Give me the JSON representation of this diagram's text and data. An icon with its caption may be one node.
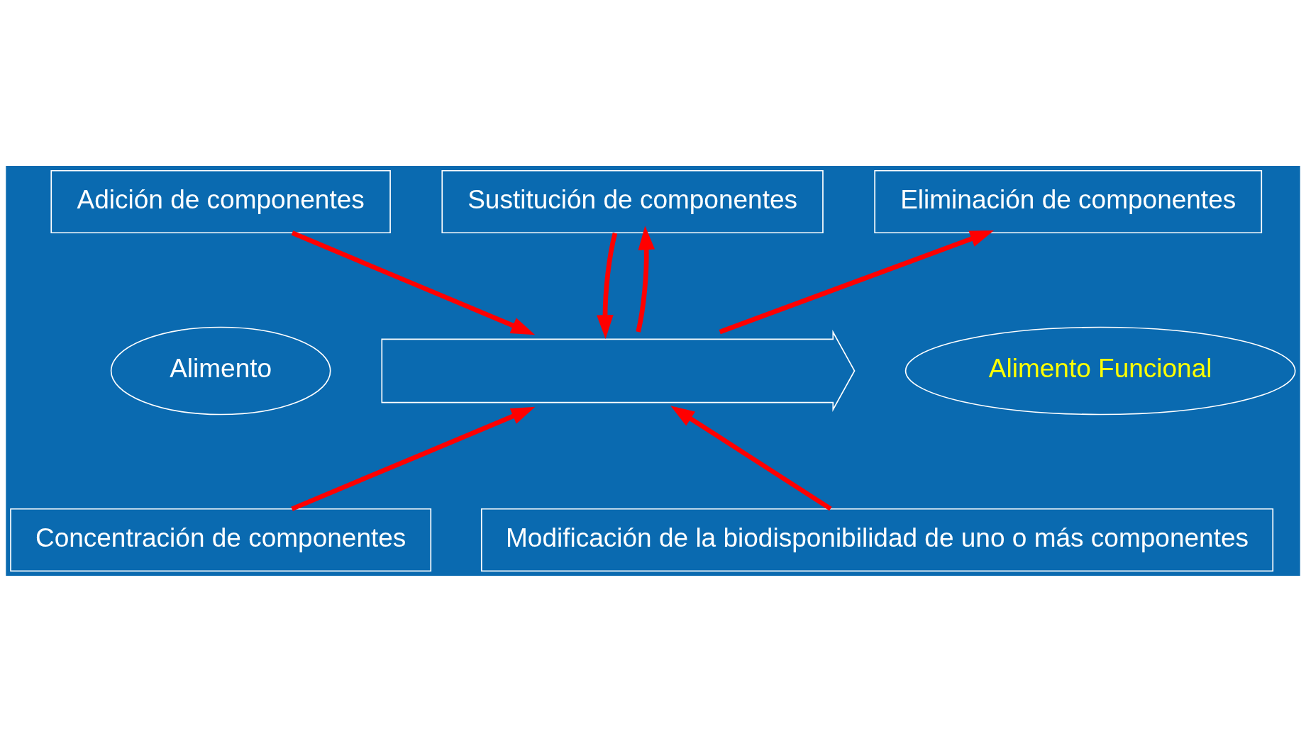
{
  "diagram": {
    "nodes": [
      {
        "text": [
          "Adición de componentes"
        ]
      },
      {
        "text": [
          "Sustitución de componentes"
        ]
      },
      {
        "text": [
          "Eliminación de componentes"
        ]
      },
      {
        "text": [
          "Alimento"
        ]
      },
      {
        "text": [],
        "shape": "arrow"
      },
      {
        "text": [
          "Alimento Funcional"
        ]
      },
      {
        "text": [
          "Concentración de componentes"
        ]
      },
      {
        "text": [
          "Modificación de la biodisponibilidad de uno o más componentes"
        ]
      }
    ],
    "edges": [
      {
        "from": 0,
        "to": 4,
        "arrow": "to"
      },
      {
        "from": 1,
        "to": 4,
        "arrow": "to"
      },
      {
        "from": 4,
        "to": 1,
        "arrow": "to"
      },
      {
        "from": 4,
        "to": 2,
        "arrow": "to"
      },
      {
        "from": 6,
        "to": 4,
        "arrow": "to"
      },
      {
        "from": 7,
        "to": 4,
        "arrow": "to"
      }
    ]
  }
}
